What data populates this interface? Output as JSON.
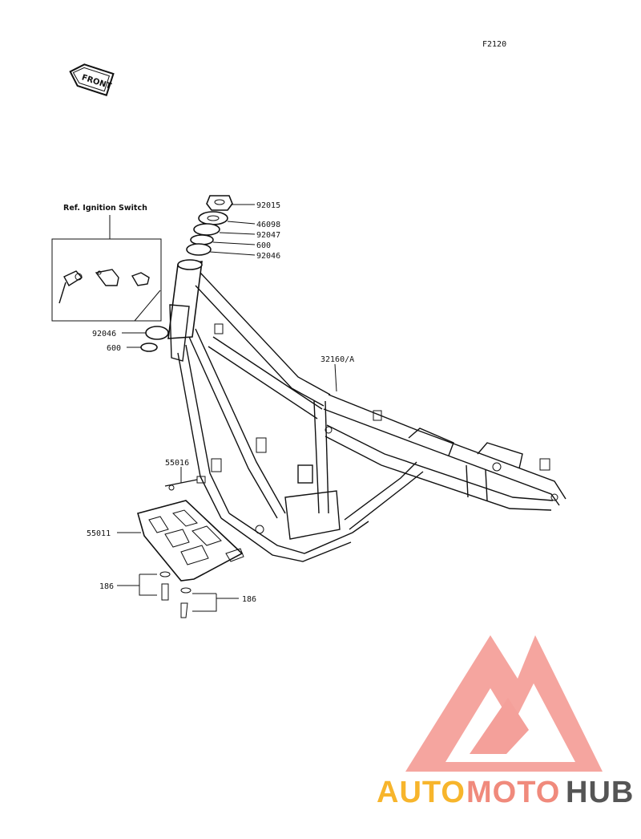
{
  "figure_code": "F2120",
  "front_tag": "FRONT",
  "ref_box_title": "Ref. Ignition Switch",
  "labels": {
    "p92015": "92015",
    "p46098": "46098",
    "p92047": "92047",
    "p600_top": "600",
    "p92046_top": "92046",
    "p92046_left": "92046",
    "p600_left": "600",
    "p32160": "32160/A",
    "p55016": "55016",
    "p55011": "55011",
    "p186_left": "186",
    "p186_right": "186"
  },
  "watermark": {
    "part1": "AUTO",
    "part2": "MOTO",
    "part3": "HUB",
    "color1": "#f7b52c",
    "color2": "#f08a7c",
    "color3": "#555555",
    "logo_color": "#f4a09a"
  }
}
